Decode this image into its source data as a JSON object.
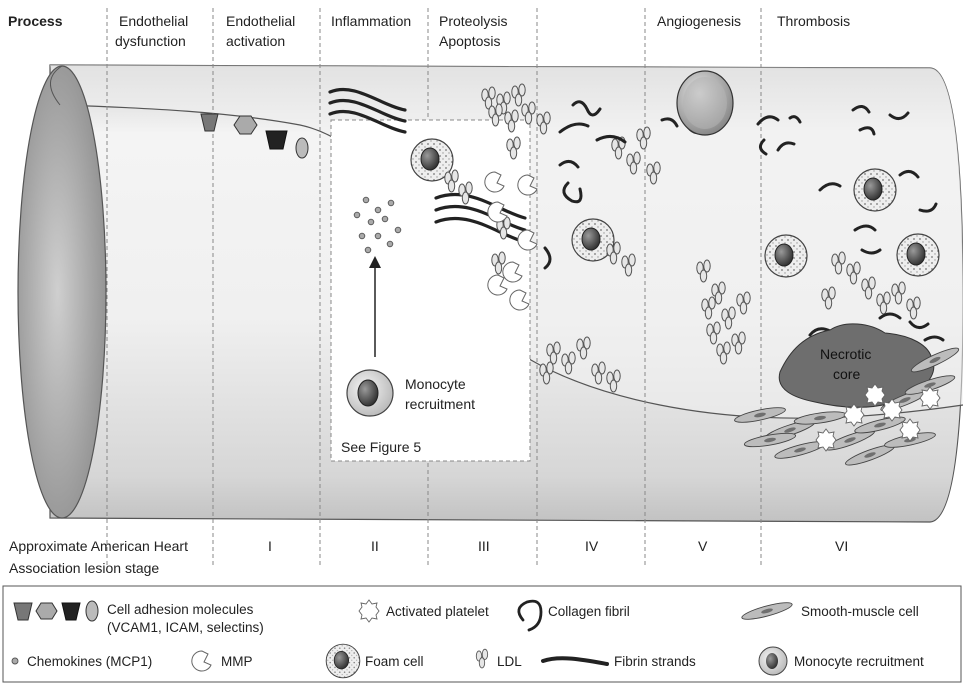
{
  "header": {
    "process_label": "Process",
    "columns": [
      {
        "line1": "Endothelial",
        "line2": "dysfunction"
      },
      {
        "line1": "Endothelial",
        "line2": "activation"
      },
      {
        "line1": "Inflammation",
        "line2": ""
      },
      {
        "line1": "Proteolysis",
        "line2": "Apoptosis"
      },
      {
        "line1": "",
        "line2": ""
      },
      {
        "line1": "Angiogenesis",
        "line2": ""
      },
      {
        "line1": "Thrombosis",
        "line2": ""
      }
    ]
  },
  "artery": {
    "monocyte_label_1": "Monocyte",
    "monocyte_label_2": "recruitment",
    "figure_ref": "See Figure 5",
    "necrotic_1": "Necrotic",
    "necrotic_2": "core"
  },
  "stages": {
    "label_line1": "Approximate American Heart",
    "label_line2": "Association lesion stage",
    "values": [
      "I",
      "II",
      "III",
      "IV",
      "V",
      "VI"
    ]
  },
  "legend": {
    "cam_1": "Cell adhesion molecules",
    "cam_2": "(VCAM1, ICAM, selectins)",
    "platelet": "Activated platelet",
    "collagen": "Collagen fibril",
    "smooth": "Smooth-muscle cell",
    "chemokines": "Chemokines (MCP1)",
    "mmp": "MMP",
    "foam": "Foam cell",
    "ldl": "LDL",
    "fibrin": "Fibrin strands",
    "monocyte": "Monocyte recruitment"
  },
  "colors": {
    "vessel_fill": "#e9e9e9",
    "lumen": "#b8b8b8",
    "necrotic": "#6e6e6e",
    "line": "#555555"
  }
}
